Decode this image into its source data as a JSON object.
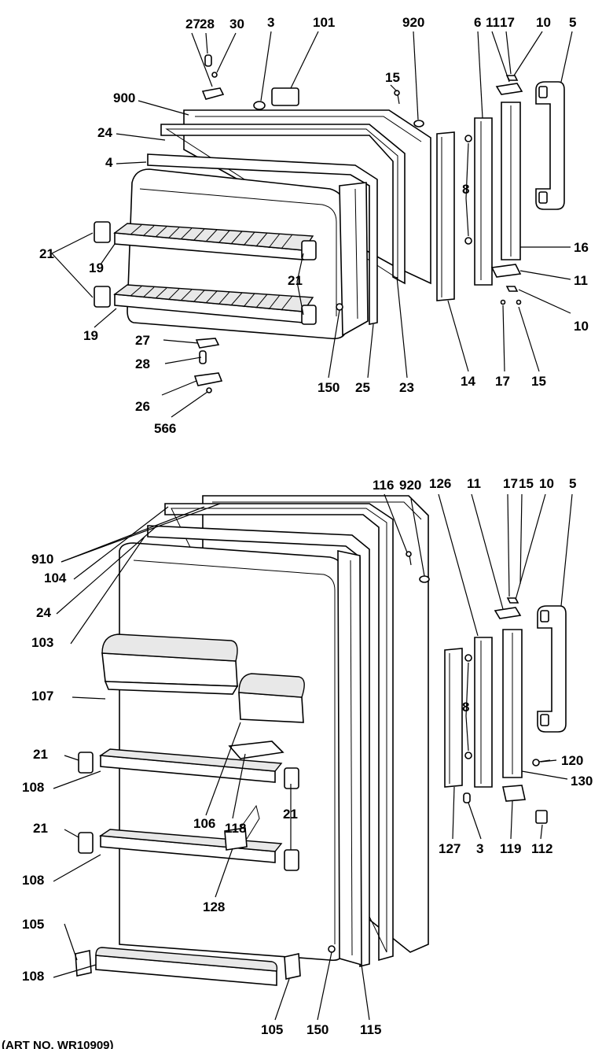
{
  "top_diagram": {
    "labels": {
      "l27": "27",
      "l28": "28",
      "l30": "30",
      "l3": "3",
      "l101": "101",
      "l920": "920",
      "l6": "6",
      "l11a": "11",
      "l17a": "17",
      "l10a": "10",
      "l5": "5",
      "l900": "900",
      "l15a": "15",
      "l24": "24",
      "l4": "4",
      "l21a": "21",
      "l19a": "19",
      "l21b": "21",
      "l19b": "19",
      "l8": "8",
      "l16": "16",
      "l11b": "11",
      "l10b": "10",
      "l27b": "27",
      "l28b": "28",
      "l26": "26",
      "l566": "566",
      "l150": "150",
      "l25": "25",
      "l23": "23",
      "l14": "14",
      "l17b": "17",
      "l15b": "15"
    }
  },
  "bottom_diagram": {
    "labels": {
      "l116": "116",
      "l920": "920",
      "l126": "126",
      "l11": "11",
      "l17": "17",
      "l15": "15",
      "l10": "10",
      "l5": "5",
      "l910": "910",
      "l104": "104",
      "l24": "24",
      "l103": "103",
      "l107": "107",
      "l21a": "21",
      "l108a": "108",
      "l106": "106",
      "l118": "118",
      "l21b": "21",
      "l21c": "21",
      "l108b": "108",
      "l128": "128",
      "l8": "8",
      "l120": "120",
      "l130": "130",
      "l127": "127",
      "l3": "3",
      "l119": "119",
      "l112": "112",
      "l105a": "105",
      "l108c": "108",
      "l105b": "105",
      "l150": "150",
      "l115": "115"
    }
  },
  "footer": {
    "text": "(ART NO. WR10909)"
  }
}
